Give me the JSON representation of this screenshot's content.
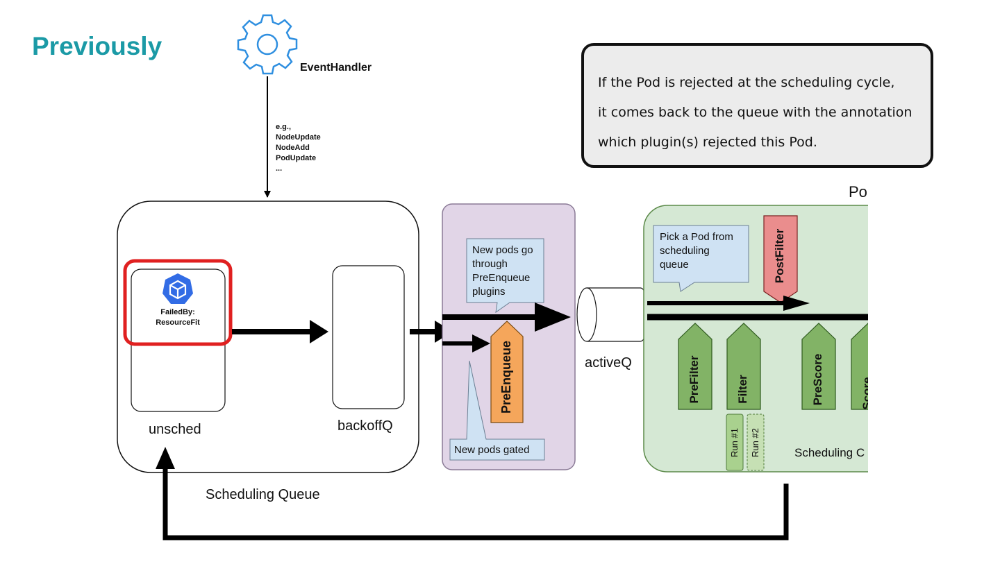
{
  "slide": {
    "title": "Previously"
  },
  "note_box": {
    "lines": [
      "If the Pod is rejected at the scheduling cycle,",
      "it comes back to the queue with the annotation",
      "which plugin(s) rejected this Pod."
    ]
  },
  "event_handler": {
    "label": "EventHandler",
    "icon": "gear-icon",
    "events": [
      "e.g.,",
      "NodeUpdate",
      "NodeAdd",
      "PodUpdate",
      "..."
    ]
  },
  "scheduling_queue": {
    "label": "Scheduling Queue",
    "unsched_label": "unsched",
    "backoffq_label": "backoffQ",
    "failed_pod": {
      "icon": "kubernetes-pod-icon",
      "line1": "FailedBy:",
      "line2": "ResourceFit"
    }
  },
  "preenqueue_panel": {
    "callout_top": "New pods go through PreEnqueue plugins",
    "callout_top_lines": [
      "New pods go",
      "through",
      "PreEnqueue",
      "plugins"
    ],
    "plugin_label": "PreEnqueue",
    "callout_bottom": "New pods gated"
  },
  "activeq": {
    "label": "activeQ"
  },
  "scheduling_cycle": {
    "partial_title": "Po",
    "callout_lines": [
      "Pick a Pod from",
      "scheduling",
      "queue"
    ],
    "plugins": [
      "PreFilter",
      "Filter",
      "PreScore",
      "Score"
    ],
    "postfilter_label": "PostFilter",
    "runs": [
      "Run #1",
      "Run #2"
    ],
    "footer_label": "Scheduling C"
  },
  "colors": {
    "title": "#1b9aa6",
    "gear": "#2f8fe0",
    "highlight": "#e02020",
    "purple_panel": "#e1d5e7",
    "green_panel": "#d5e8d4",
    "plugin_green": "#82b366",
    "plugin_orange": "#f5a65b",
    "postfilter": "#ea8d8d",
    "callout": "#cfe2f3",
    "note_bg": "#ececec"
  }
}
